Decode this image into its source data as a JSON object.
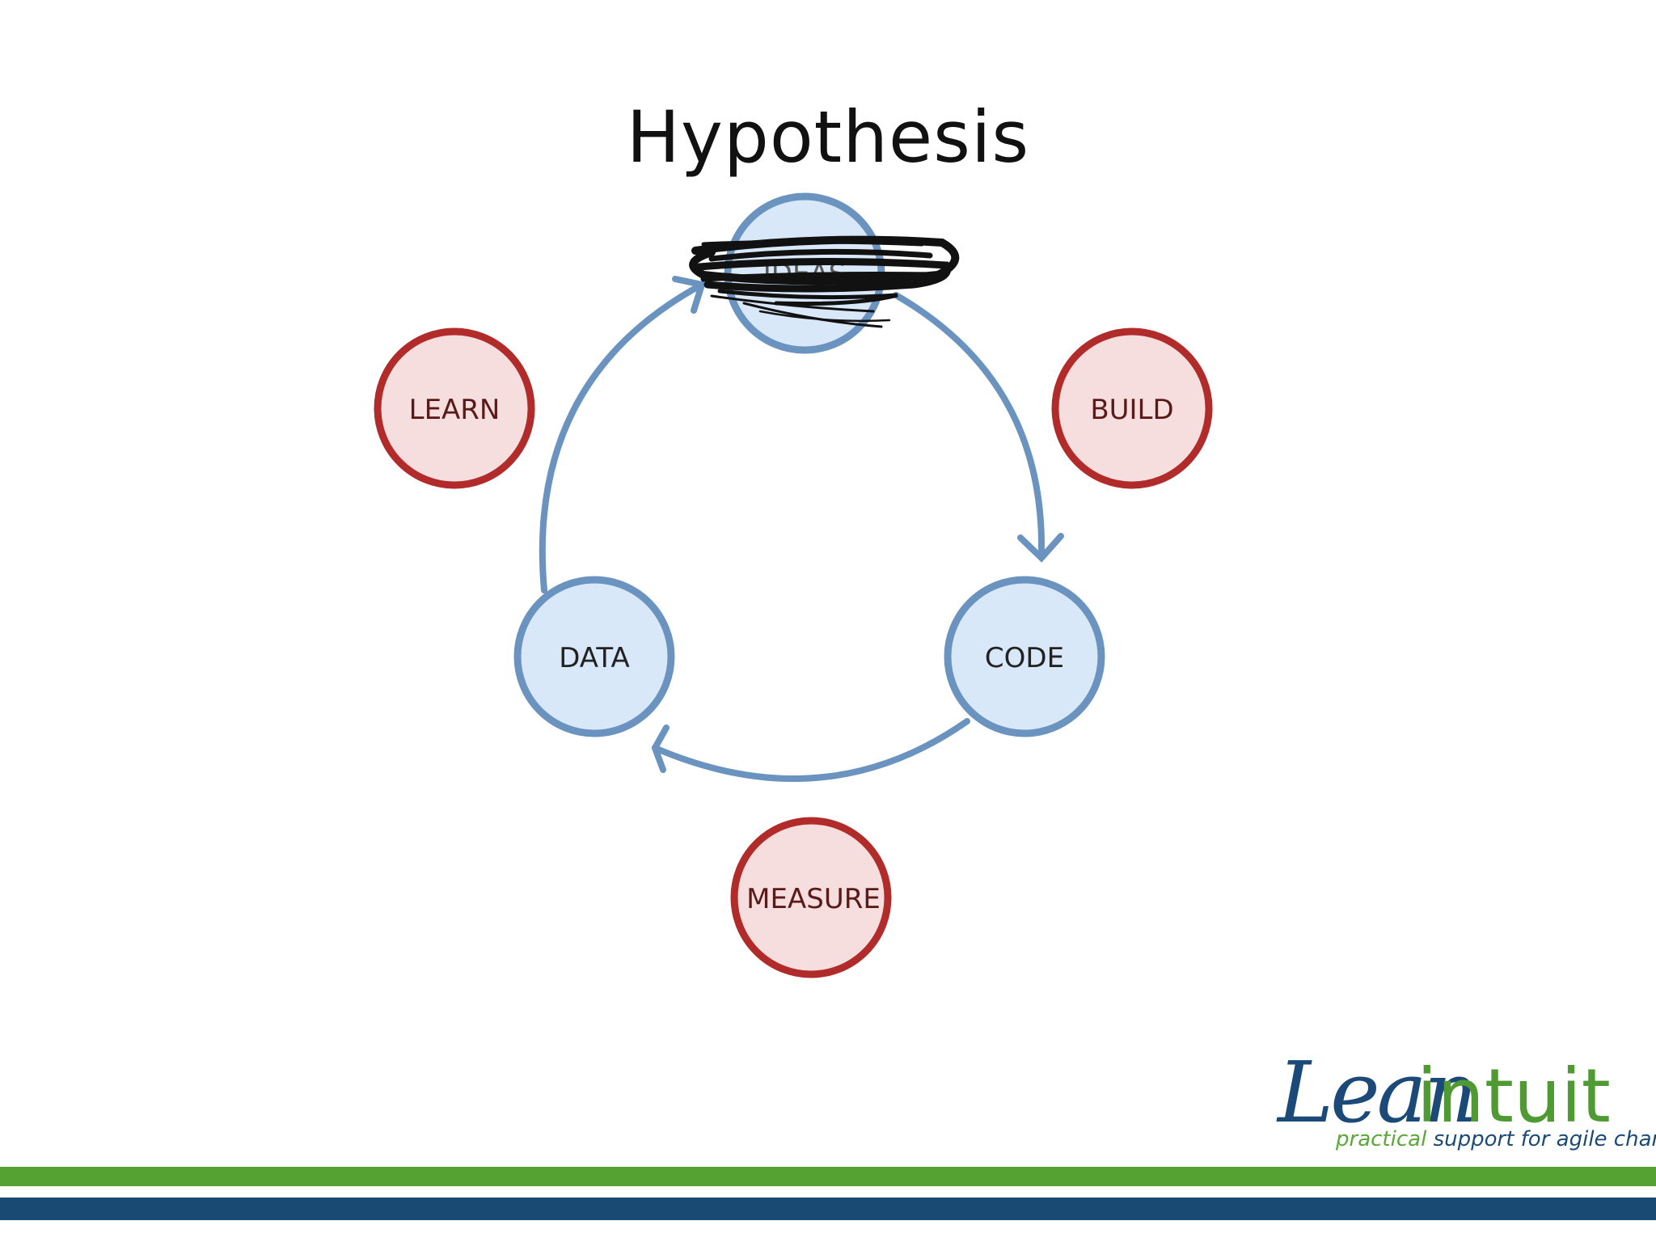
{
  "slide": {
    "title": "Hypothesis"
  },
  "cycle": {
    "nodes": [
      {
        "id": "ideas",
        "label": "IDEAS",
        "crossed_out": true
      },
      {
        "id": "code",
        "label": "CODE"
      },
      {
        "id": "data",
        "label": "DATA"
      }
    ],
    "steps": [
      {
        "id": "build",
        "label": "BUILD"
      },
      {
        "id": "measure",
        "label": "MEASURE"
      },
      {
        "id": "learn",
        "label": "LEARN"
      }
    ]
  },
  "colors": {
    "node_fill": "#d8e8f8",
    "node_stroke": "#6a93c0",
    "step_fill": "#f6dede",
    "step_stroke": "#b22b2b",
    "arrow": "#6a93c0",
    "brand_green": "#55a232",
    "brand_blue": "#184a74"
  },
  "logo": {
    "part1": "Lean",
    "part2": "intuit",
    "tagline_a": "practical",
    "tagline_b": "support for agile change"
  }
}
